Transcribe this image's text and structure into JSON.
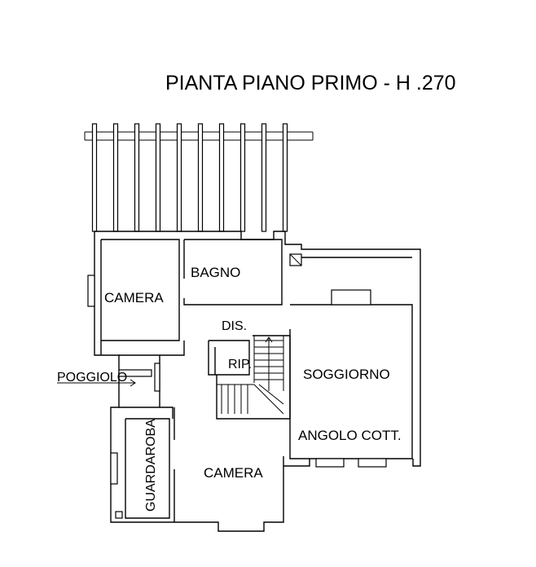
{
  "title": "PIANTA PIANO PRIMO - H .270",
  "rooms": {
    "camera_1": "CAMERA",
    "bagno": "BAGNO",
    "dis": "DIS.",
    "rip": "RIP.",
    "soggiorno": "SOGGIORNO",
    "angolo_cott": "ANGOLO COTT.",
    "poggiolo": "POGGIOLO",
    "guardaroba": "GUARDAROBA",
    "camera_2": "CAMERA"
  },
  "colors": {
    "line": "#000000",
    "background": "#ffffff"
  }
}
